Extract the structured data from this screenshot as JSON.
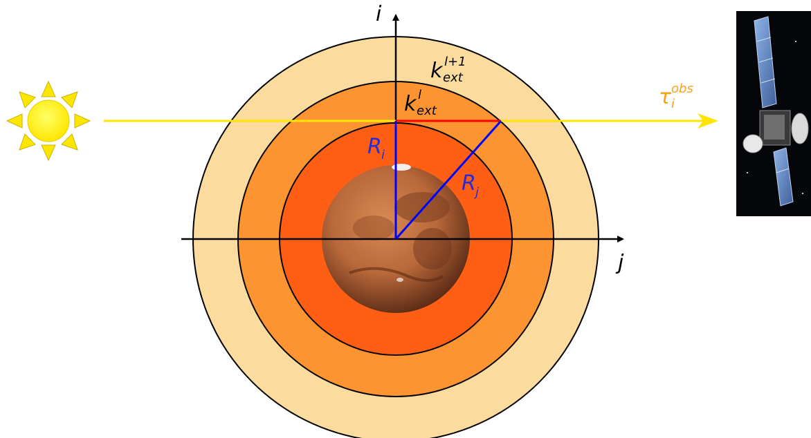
{
  "labels": {
    "axis_i": "i",
    "axis_j": "j",
    "k_outer_main": "k",
    "k_outer_sup": "l+1",
    "k_outer_sub": "ext",
    "k_inner_main": "k",
    "k_inner_sup": "l",
    "k_inner_sub": "ext",
    "tau_main": "τ",
    "tau_sup": "obs",
    "tau_sub": "i",
    "r_i_main": "R",
    "r_i_sub": "i",
    "r_j_main": "R",
    "r_j_sub": "j"
  },
  "colors": {
    "outer_layer": "#FBDB9E",
    "middle_layer": "#FC9431",
    "inner_layer": "#FE5F14",
    "sun": "#FFF200",
    "sun_rays": "#FFE600",
    "sun_ray_stroke": "#C8B400",
    "light_ray": "#FFE500",
    "tau_text": "#F7A21A",
    "path_segment": "#FF0000",
    "radius_lines": "#0000FF",
    "radius_labels": "#2B2BD6",
    "axes": "#000000",
    "planet": "#B8683A",
    "spacecraft_bg": "#05060A"
  },
  "icons": [
    "sun-icon",
    "mars-planet",
    "spacecraft-icon"
  ]
}
